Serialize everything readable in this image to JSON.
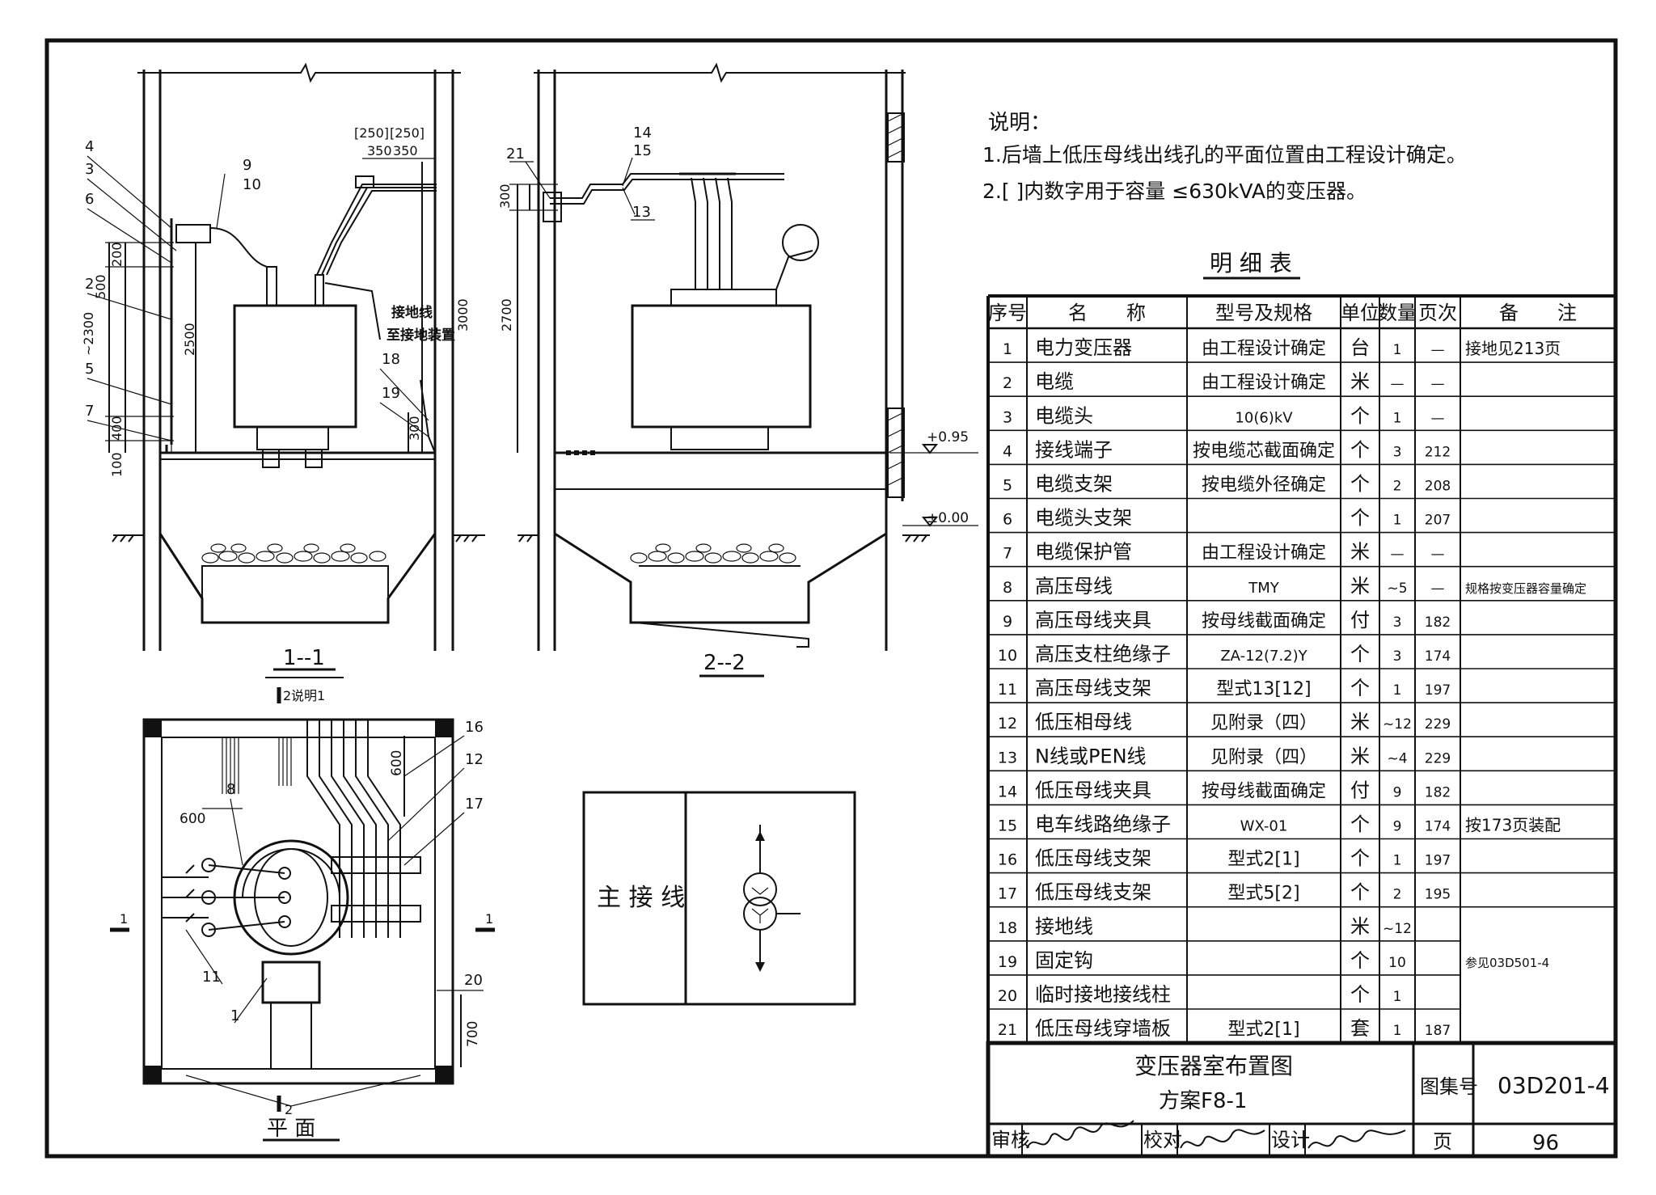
{
  "notes": {
    "title": "说明：",
    "items": [
      "1.后墙上低压母线出线孔的平面位置由工程设计确定。",
      "2.[ ]内数字用于容量 ≤630kVA的变压器。"
    ]
  },
  "table": {
    "title": "明 细 表",
    "headers": [
      "序号",
      "名　　称",
      "型号及规格",
      "单位",
      "数量",
      "页次",
      "备　　注"
    ],
    "rows": [
      {
        "no": "1",
        "name": "电力变压器",
        "spec": "由工程设计确定",
        "unit": "台",
        "qty": "1",
        "page": "—",
        "remark": "接地见213页"
      },
      {
        "no": "2",
        "name": "电缆",
        "spec": "由工程设计确定",
        "unit": "米",
        "qty": "—",
        "page": "—",
        "remark": ""
      },
      {
        "no": "3",
        "name": "电缆头",
        "spec": "10(6)kV",
        "unit": "个",
        "qty": "1",
        "page": "—",
        "remark": ""
      },
      {
        "no": "4",
        "name": "接线端子",
        "spec": "按电缆芯截面确定",
        "unit": "个",
        "qty": "3",
        "page": "212",
        "remark": ""
      },
      {
        "no": "5",
        "name": "电缆支架",
        "spec": "按电缆外径确定",
        "unit": "个",
        "qty": "2",
        "page": "208",
        "remark": ""
      },
      {
        "no": "6",
        "name": "电缆头支架",
        "spec": "",
        "unit": "个",
        "qty": "1",
        "page": "207",
        "remark": ""
      },
      {
        "no": "7",
        "name": "电缆保护管",
        "spec": "由工程设计确定",
        "unit": "米",
        "qty": "—",
        "page": "—",
        "remark": ""
      },
      {
        "no": "8",
        "name": "高压母线",
        "spec": "TMY",
        "unit": "米",
        "qty": "~5",
        "page": "—",
        "remark": "规格按变压器容量确定"
      },
      {
        "no": "9",
        "name": "高压母线夹具",
        "spec": "按母线截面确定",
        "unit": "付",
        "qty": "3",
        "page": "182",
        "remark": ""
      },
      {
        "no": "10",
        "name": "高压支柱绝缘子",
        "spec": "ZA-12(7.2)Y",
        "unit": "个",
        "qty": "3",
        "page": "174",
        "remark": ""
      },
      {
        "no": "11",
        "name": "高压母线支架",
        "spec": "型式13[12]",
        "unit": "个",
        "qty": "1",
        "page": "197",
        "remark": ""
      },
      {
        "no": "12",
        "name": "低压相母线",
        "spec": "见附录（四）",
        "unit": "米",
        "qty": "~12",
        "page": "229",
        "remark": ""
      },
      {
        "no": "13",
        "name": "N线或PEN线",
        "spec": "见附录（四）",
        "unit": "米",
        "qty": "~4",
        "page": "229",
        "remark": ""
      },
      {
        "no": "14",
        "name": "低压母线夹具",
        "spec": "按母线截面确定",
        "unit": "付",
        "qty": "9",
        "page": "182",
        "remark": ""
      },
      {
        "no": "15",
        "name": "电车线路绝缘子",
        "spec": "WX-01",
        "unit": "个",
        "qty": "9",
        "page": "174",
        "remark": "按173页装配"
      },
      {
        "no": "16",
        "name": "低压母线支架",
        "spec": "型式2[1]",
        "unit": "个",
        "qty": "1",
        "page": "197",
        "remark": ""
      },
      {
        "no": "17",
        "name": "低压母线支架",
        "spec": "型式5[2]",
        "unit": "个",
        "qty": "2",
        "page": "195",
        "remark": ""
      },
      {
        "no": "18",
        "name": "接地线",
        "spec": "",
        "unit": "米",
        "qty": "~12",
        "page": "",
        "remark": ""
      },
      {
        "no": "19",
        "name": "固定钩",
        "spec": "",
        "unit": "个",
        "qty": "10",
        "page": "",
        "remark": "参见03D501-4"
      },
      {
        "no": "20",
        "name": "临时接地接线柱",
        "spec": "",
        "unit": "个",
        "qty": "1",
        "page": "",
        "remark": ""
      },
      {
        "no": "21",
        "name": "低压母线穿墙板",
        "spec": "型式2[1]",
        "unit": "套",
        "qty": "1",
        "page": "187",
        "remark": ""
      }
    ]
  },
  "title_block": {
    "drawing_title": "变压器室布置图",
    "scheme": "方案F8-1",
    "atlas_label": "图集号",
    "atlas_no": "03D201-4",
    "review_label": "审核",
    "check_label": "校对",
    "design_label": "设计",
    "page_label": "页",
    "page_no": "96"
  },
  "section1": {
    "caption": "1--1",
    "callouts": [
      "4",
      "3",
      "6",
      "2",
      "5",
      "7",
      "9",
      "10",
      "18",
      "19"
    ],
    "dims": [
      "[250]",
      "[250]",
      "350",
      "350",
      "500",
      "200",
      "~2300",
      "2500",
      "400",
      "100",
      "3000",
      "300"
    ],
    "ground_note_1": "接地线",
    "ground_note_2": "至接地装置"
  },
  "section2": {
    "caption": "2--2",
    "callouts": [
      "21",
      "14",
      "15",
      "13"
    ],
    "dims": [
      "300",
      "2700"
    ],
    "levels": [
      "+0.95",
      "±0.00"
    ]
  },
  "plan": {
    "caption": "平  面",
    "note_ref": "说明1",
    "section_marks": [
      "2",
      "1",
      "1",
      "2"
    ],
    "callouts": [
      "16",
      "12",
      "17",
      "8",
      "11",
      "1",
      "20"
    ],
    "dims": [
      "600",
      "600",
      "700"
    ]
  },
  "main_wiring": {
    "label": "主 接 线"
  }
}
